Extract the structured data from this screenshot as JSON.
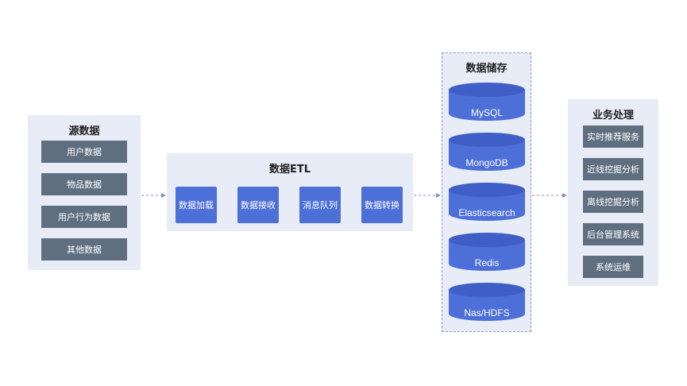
{
  "source": {
    "title": "源数据",
    "items": [
      "用户数据",
      "物品数据",
      "用户行为数据",
      "其他数据"
    ]
  },
  "etl": {
    "title": "数据ETL",
    "steps": [
      "数据加载",
      "数据接收",
      "消息队列",
      "数据转换"
    ]
  },
  "storage": {
    "title": "数据储存",
    "databases": [
      "MySQL",
      "MongoDB",
      "Elasticsearch",
      "Redis",
      "Nas/HDFS"
    ]
  },
  "business": {
    "title": "业务处理",
    "items": [
      "实时推荐服务",
      "近线挖掘分析",
      "离线挖掘分析",
      "后台管理系统",
      "系统运维"
    ]
  },
  "colors": {
    "panel_bg": "#e8ecf6",
    "gray_chip": "#5f6f80",
    "blue_chip": "#4d6fd8",
    "db_body": "#4d6fd8",
    "db_top": "#3f5fc6",
    "connector": "#7f8fd0"
  }
}
